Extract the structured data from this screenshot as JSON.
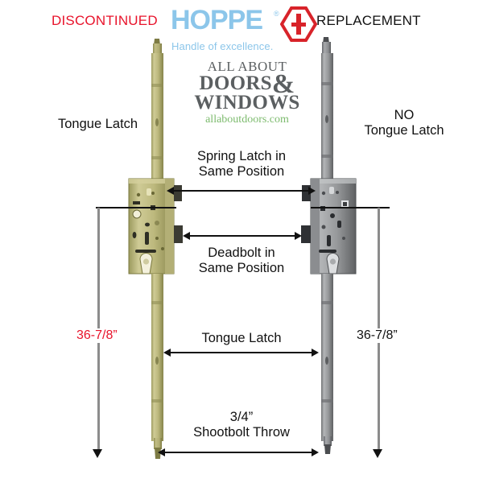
{
  "header": {
    "left_status": "DISCONTINUED",
    "right_status": "REPLACEMENT",
    "left_status_color": "#e8132b",
    "right_status_color": "#111111"
  },
  "brand_logo": {
    "wordmark": "HOPPE",
    "registered_mark": "®",
    "tagline": "Handle of excellence.",
    "wordmark_color": "#8cc6ea",
    "hex_icon_color": "#d8232a",
    "hex_icon_name": "hoppe-hexagon-h-logo"
  },
  "site_logo": {
    "line1": "ALL ABOUT",
    "line2": "DOORS",
    "ampersand": "&",
    "line3": "WINDOWS",
    "url": "allaboutdoors.com",
    "text_color": "#5b5f61",
    "url_color": "#7dbb6e"
  },
  "labels": {
    "left_product_feature": "Tongue Latch",
    "right_product_feature_line1": "NO",
    "right_product_feature_line2": "Tongue Latch"
  },
  "callouts": [
    {
      "id": "spring-latch",
      "line1": "Spring Latch in",
      "line2": "Same Position"
    },
    {
      "id": "deadbolt",
      "line1": "Deadbolt in",
      "line2": "Same Position"
    },
    {
      "id": "tongue-latch-span",
      "line1": "Tongue Latch",
      "line2": ""
    },
    {
      "id": "shootbolt-throw",
      "line1": "3/4”",
      "line2": "Shootbolt Throw"
    }
  ],
  "dimensions": {
    "left_length": "36-7/8”",
    "right_length": "36-7/8”",
    "left_length_color": "#e8132b",
    "right_length_color": "#111111"
  },
  "products": {
    "left": {
      "name": "discontinued-multipoint-lock",
      "finish_color": "#b5b273"
    },
    "right": {
      "name": "replacement-multipoint-lock",
      "finish_color": "#8d8f91"
    }
  }
}
